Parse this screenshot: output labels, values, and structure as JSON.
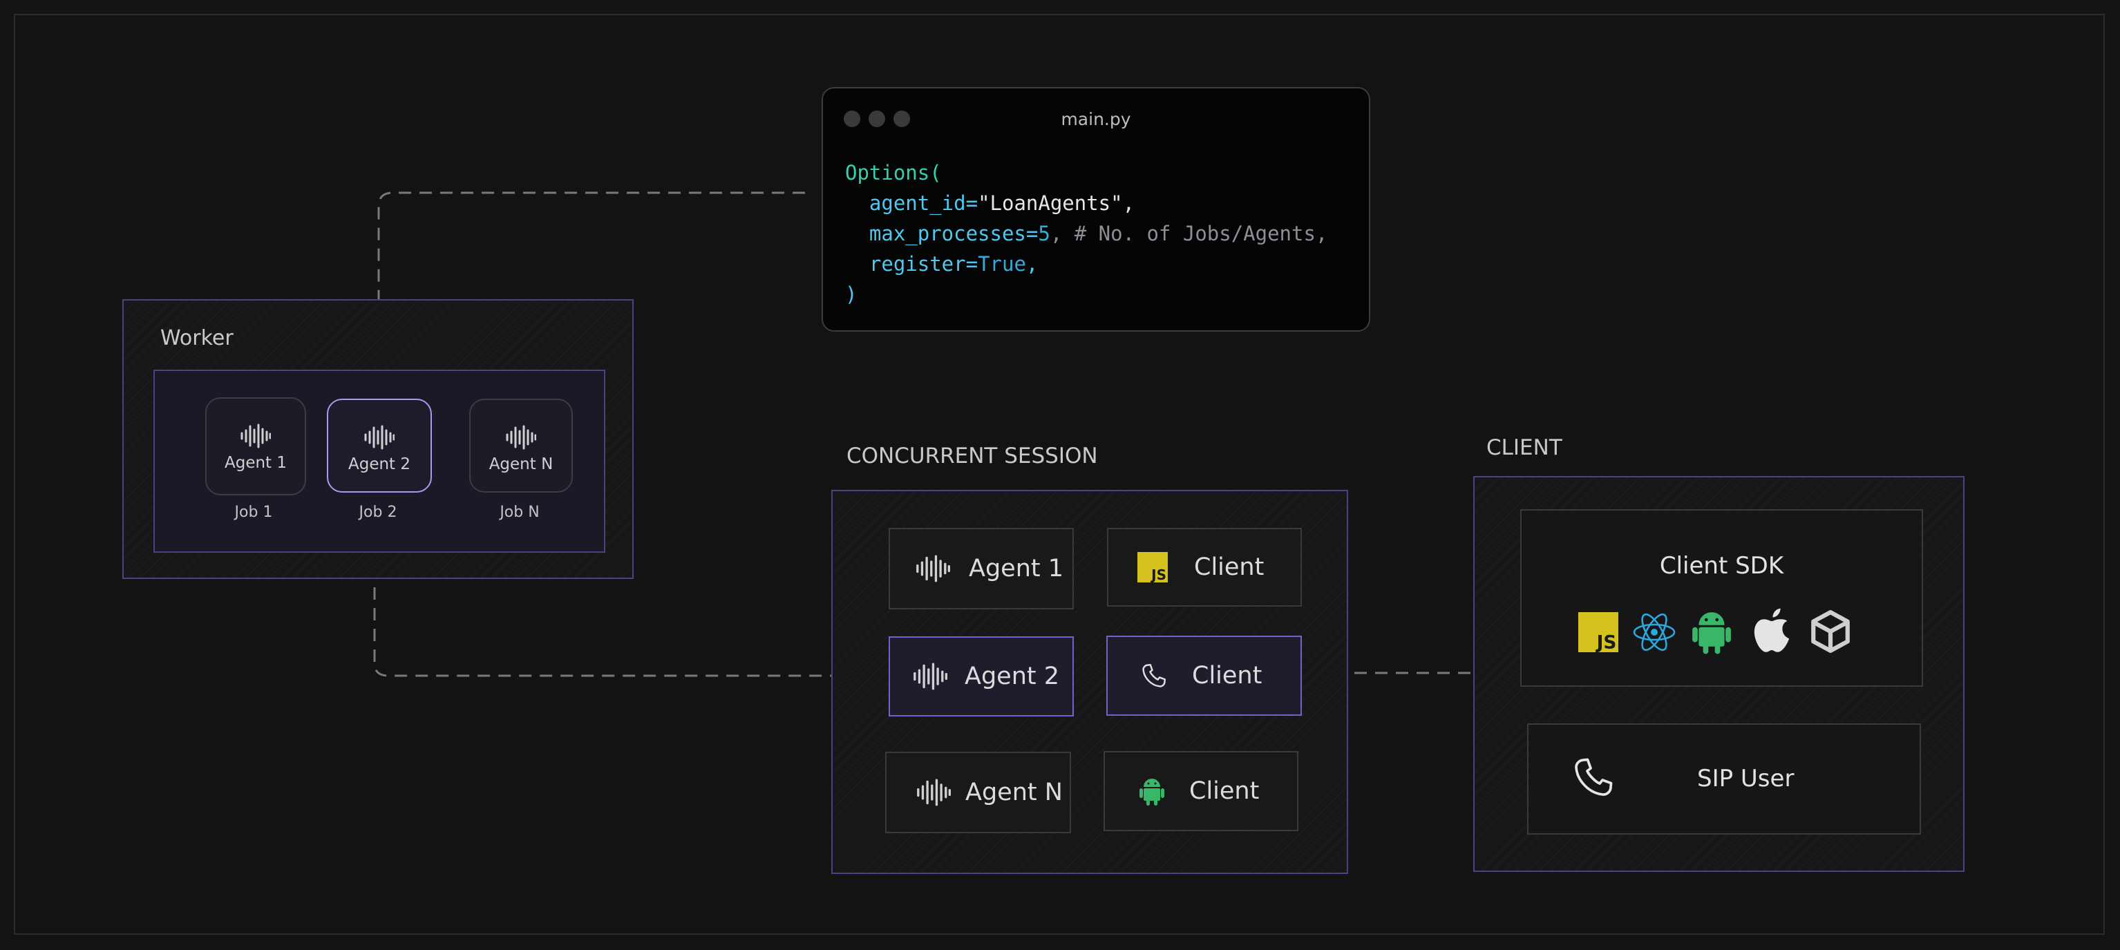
{
  "code": {
    "filename": "main.py",
    "line1": "Options(",
    "line2_key": "agent_id=",
    "line2_val": "\"LoanAgents\",",
    "line3_key": "max_processes=",
    "line3_num": "5",
    "line3_comment": ", # No. of Jobs/Agents,",
    "line4_key": "register=",
    "line4_val": "True",
    "line4_end": ",",
    "line5": ")"
  },
  "worker": {
    "title": "Worker",
    "agents": [
      {
        "name": "Agent 1",
        "job": "Job 1"
      },
      {
        "name": "Agent 2",
        "job": "Job 2"
      },
      {
        "name": "Agent N",
        "job": "Job N"
      }
    ]
  },
  "session": {
    "title": "CONCURRENT SESSION",
    "agents": [
      "Agent 1",
      "Agent 2",
      "Agent N"
    ],
    "clients": [
      "Client",
      "Client",
      "Client"
    ],
    "client_icons": [
      "javascript-icon",
      "phone-icon",
      "android-icon"
    ]
  },
  "client": {
    "title": "CLIENT",
    "sdk_title": "Client SDK",
    "sdk_icons": [
      "javascript-icon",
      "react-icon",
      "android-icon",
      "apple-icon",
      "unity-icon"
    ],
    "sip_label": "SIP User"
  },
  "colors": {
    "purple_border": "#4a4382",
    "highlight_border": "#6f63cf",
    "js_yellow": "#d6c21f",
    "react_blue": "#29a9e0",
    "android_green": "#3ab66b"
  }
}
